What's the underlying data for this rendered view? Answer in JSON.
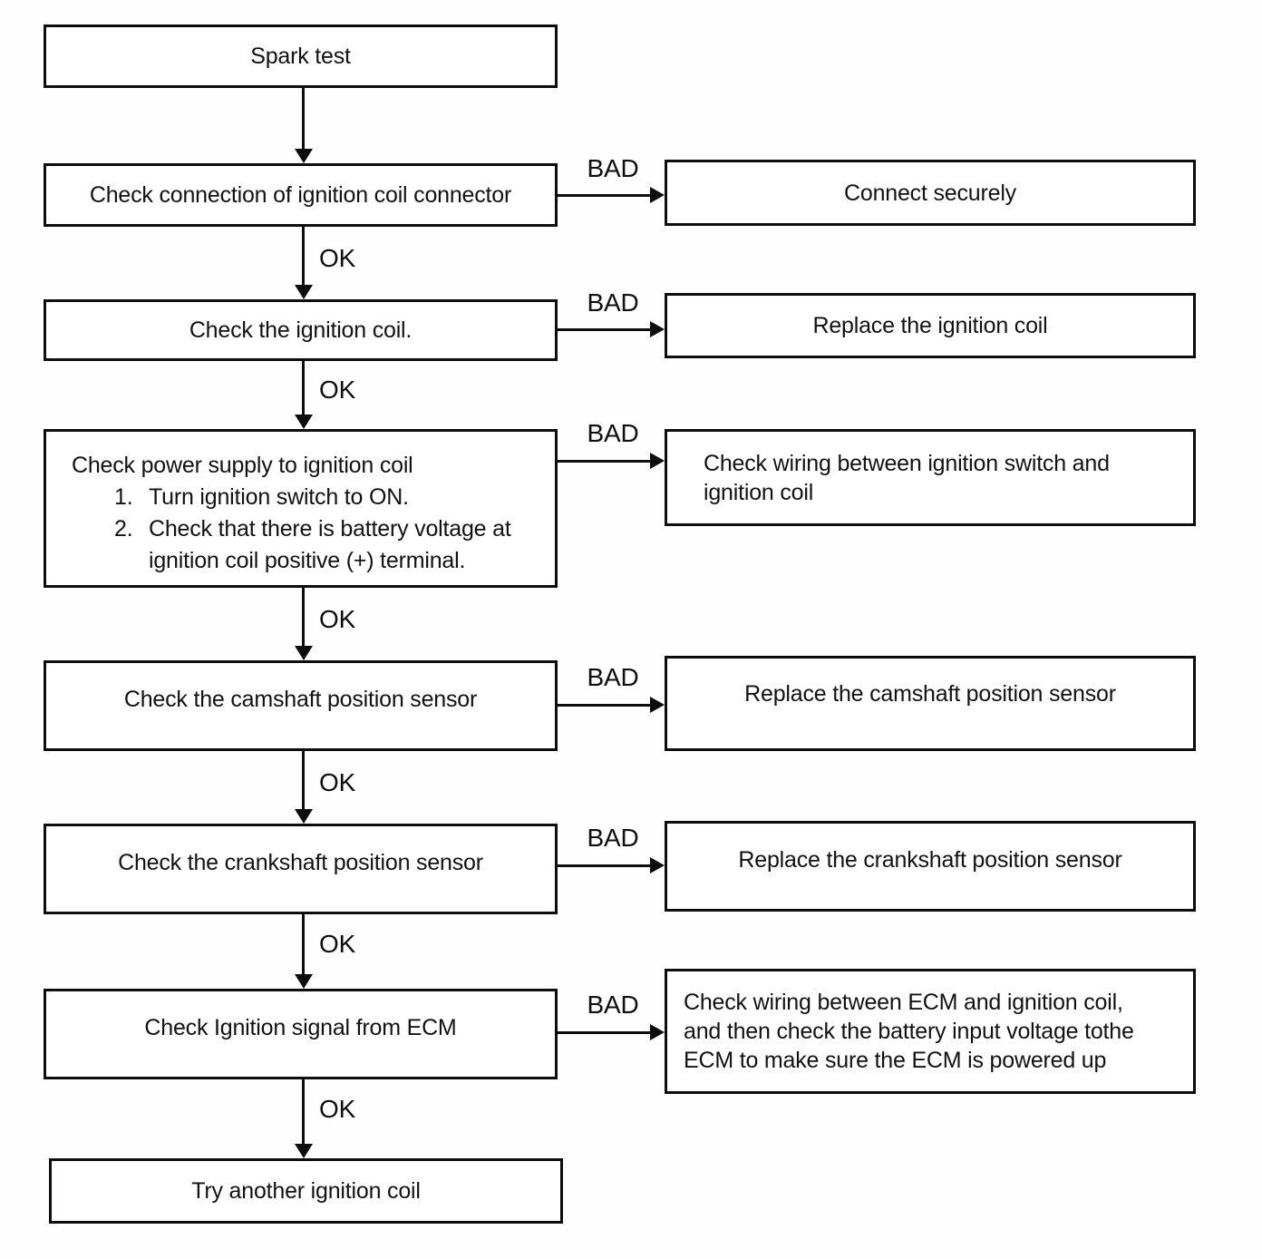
{
  "labels": {
    "ok": "OK",
    "bad": "BAD"
  },
  "nodes": {
    "start": "Spark test",
    "end": "Try another ignition coil"
  },
  "steps": [
    {
      "check": "Check connection of ignition coil connector",
      "bad_action": "Connect securely"
    },
    {
      "check": "Check the ignition coil.",
      "bad_action": "Replace the ignition coil"
    },
    {
      "check_title": "Check power supply to ignition coil",
      "check_items": [
        {
          "num": "1.",
          "text": "Turn ignition switch to ON."
        },
        {
          "num": "2.",
          "text": "Check that there is battery voltage at\nignition coil positive (+) terminal."
        }
      ],
      "bad_action": "Check wiring between ignition switch and\nignition coil"
    },
    {
      "check": "Check the camshaft position sensor",
      "bad_action": "Replace the camshaft position sensor"
    },
    {
      "check": "Check the crankshaft position sensor",
      "bad_action": "Replace the crankshaft position sensor"
    },
    {
      "check": "Check Ignition signal from ECM",
      "bad_action": "Check wiring between ECM and ignition coil,\nand then check the battery input voltage tothe\nECM to make sure the ECM is powered up"
    }
  ],
  "colors": {
    "line": "#0d0d0d",
    "background": "#fefefe",
    "text": "#121212"
  }
}
